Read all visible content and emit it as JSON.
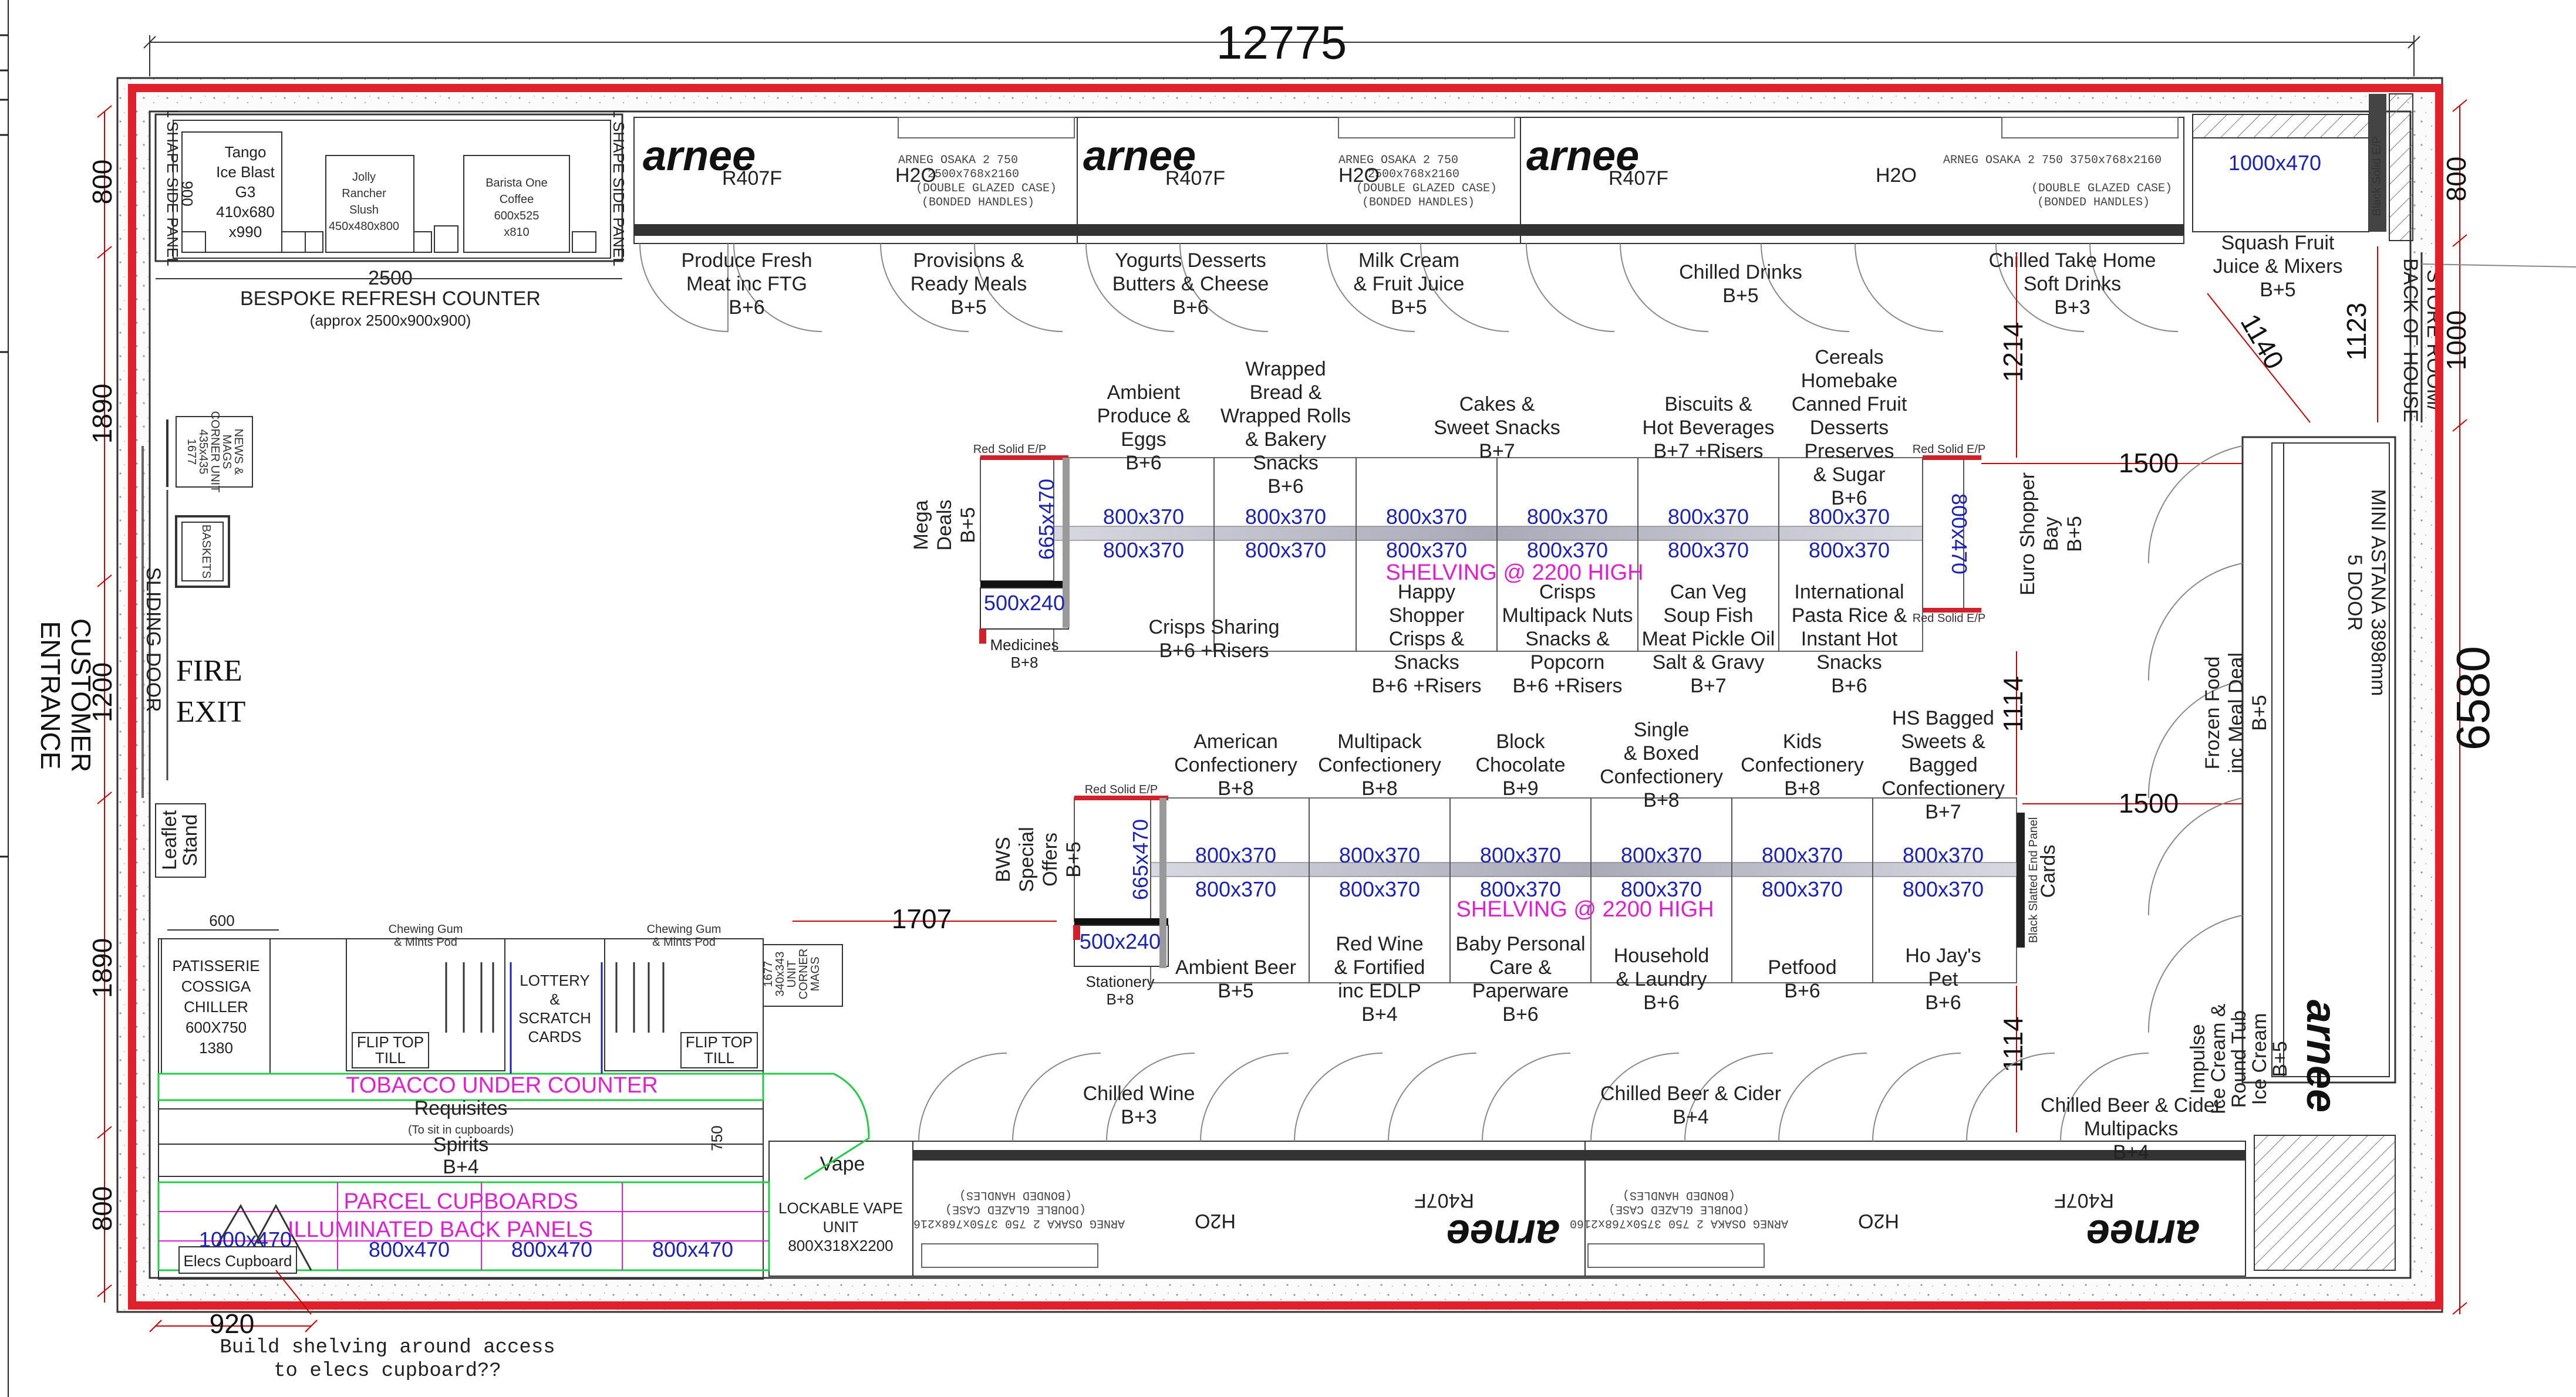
{
  "dimensions": {
    "overall_width": "12775",
    "overall_depth": "6580",
    "left_800_top": "800",
    "left_1890_a": "1890",
    "left_1200": "1200",
    "left_1890_b": "1890",
    "left_800_bottom": "800",
    "right_800": "800",
    "right_1000": "1000",
    "d_1214": "1214",
    "d_1114_a": "1114",
    "d_1114_b": "1114",
    "d_1500_a": "1500",
    "d_1500_b": "1500",
    "d_1707": "1707",
    "d_1140": "1140",
    "d_1123": "1123",
    "d_2500": "2500",
    "d_920": "920",
    "d_600": "600",
    "d_750": "750",
    "d_900": "900"
  },
  "entrance": {
    "customer_entrance_1": "CUSTOMER",
    "customer_entrance_2": "ENTRANCE",
    "fire_exit_1": "FIRE",
    "fire_exit_2": "EXIT",
    "sliding_door": "SLIDING DOOR",
    "l_shape_left": "L SHAPE SIDE PANEL",
    "l_shape_right": "L SHAPE SIDE PANEL"
  },
  "refresh_counter": {
    "tango": [
      "Tango",
      "Ice Blast",
      "G3",
      "410x680",
      "x990"
    ],
    "jolly": [
      "Jolly",
      "Rancher",
      "Slush",
      "450x480x800"
    ],
    "barista": [
      "Barista One",
      "Coffee",
      "600x525",
      "x810"
    ],
    "title": "BESPOKE REFRESH COUNTER",
    "subtitle": "(approx 2500x900x900)"
  },
  "left_wall": {
    "news": [
      "NEWS &",
      "MAGS",
      "CORNER UNIT",
      "435x435",
      "1677"
    ],
    "baskets": "BASKETS",
    "leaflet": [
      "Leaflet",
      "Stand"
    ]
  },
  "arnee_top": [
    {
      "brand": "arnee",
      "model": "R407F",
      "spec1": "ARNEG OSAKA 2 750",
      "spec2": "2500x768x2160",
      "spec3": "(DOUBLE GLAZED CASE)",
      "spec4": "(BONDED HANDLES)"
    },
    {
      "brand": "arnee",
      "model": "R407F",
      "spec1": "ARNEG OSAKA 2 750",
      "spec2": "2500x768x2160",
      "spec3": "(DOUBLE GLAZED CASE)",
      "spec4": "(BONDED HANDLES)"
    },
    {
      "brand": "arnee",
      "model": "R407F",
      "spec1": "ARNEG OSAKA 2 750 3750x768x2160",
      "spec2": "",
      "spec3": "(DOUBLE GLAZED CASE)",
      "spec4": "(BONDED HANDLES)"
    }
  ],
  "h2o": "H2O",
  "chilled_top": [
    [
      "Produce Fresh",
      "Meat inc FTG",
      "B+6"
    ],
    [
      "Provisions &",
      "Ready Meals",
      "B+5"
    ],
    [
      "Yogurts Desserts",
      "Butters & Cheese",
      "B+6"
    ],
    [
      "Milk Cream",
      "& Fruit Juice",
      "B+5"
    ],
    [
      "Chilled Drinks",
      "B+5"
    ],
    [
      "Chilled Take Home",
      "Soft Drinks",
      "B+3"
    ]
  ],
  "top_right": {
    "box": "1000x470",
    "squash": [
      "Squash Fruit",
      "Juice & Mixers",
      "B+5"
    ],
    "store": [
      "STORE ROOM/",
      "BACK OF HOUSE"
    ],
    "black_solid": "Black Solid E/P"
  },
  "gondola1": {
    "top_labels": [
      [
        "Ambient",
        "Produce &",
        "Eggs",
        "B+6"
      ],
      [
        "Wrapped",
        "Bread &",
        "Wrapped Rolls",
        "& Bakery",
        "Snacks",
        "B+6"
      ],
      [
        "Cakes &",
        "Sweet Snacks",
        "B+7"
      ],
      [
        "Biscuits &",
        "Hot Beverages",
        "B+7 +Risers"
      ],
      [
        "Cereals",
        "Homebake",
        "Canned Fruit",
        "Desserts",
        "Preserves",
        "& Sugar",
        "B+6"
      ]
    ],
    "bottom_labels": [
      [
        "Crisps Sharing",
        "B+6 +Risers"
      ],
      [
        "Happy",
        "Shopper",
        "Crisps &",
        "Snacks",
        "B+6 +Risers"
      ],
      [
        "Crisps",
        "Multipack Nuts",
        "Snacks &",
        "Popcorn",
        "B+6 +Risers"
      ],
      [
        "Can Veg",
        "Soup Fish",
        "Meat Pickle Oil",
        "Salt & Gravy",
        "B+7"
      ],
      [
        "International",
        "Pasta Rice &",
        "Instant Hot",
        "Snacks",
        "B+6"
      ]
    ],
    "bays": [
      "800x370",
      "800x370",
      "800x370",
      "800x370",
      "800x370",
      "800x370"
    ],
    "shelving": "SHELVING @ 2200 HIGH",
    "end_left": "665x470",
    "end_right": "800x470",
    "end_box": "500x240",
    "mega": [
      "Mega",
      "Deals",
      "B+5"
    ],
    "medicines": [
      "Medicines",
      "B+8"
    ],
    "euro": [
      "Euro Shopper",
      "Bay",
      "B+5"
    ],
    "red_solid": "Red Solid E/P"
  },
  "gondola2": {
    "top_labels": [
      [
        "American",
        "Confectionery",
        "B+8"
      ],
      [
        "Multipack",
        "Confectionery",
        "B+8"
      ],
      [
        "Block",
        "Chocolate",
        "B+9"
      ],
      [
        "Single",
        "& Boxed",
        "Confectionery",
        "B+8"
      ],
      [
        "Kids",
        "Confectionery",
        "B+8"
      ],
      [
        "HS Bagged",
        "Sweets &",
        "Bagged",
        "Confectionery",
        "B+7"
      ]
    ],
    "bottom_labels": [
      [
        "Ambient Beer",
        "B+5"
      ],
      [
        "Red Wine",
        "& Fortified",
        "inc EDLP",
        "B+4"
      ],
      [
        "Baby Personal",
        "Care &",
        "Paperware",
        "B+6"
      ],
      [
        "Household",
        "& Laundry",
        "B+6"
      ],
      [
        "Petfood",
        "B+6"
      ],
      [
        "Ho Jay's",
        "Pet",
        "B+6"
      ]
    ],
    "bays": [
      "800x370",
      "800x370",
      "800x370",
      "800x370",
      "800x370",
      "800x370"
    ],
    "shelving": "SHELVING @ 2200 HIGH",
    "end_left": "665x470",
    "end_box": "500x240",
    "bws": [
      "BWS",
      "Special",
      "Offers",
      "B+5"
    ],
    "stationery": [
      "Stationery",
      "B+8"
    ],
    "cards": "Cards",
    "black_slatted": "Black Slatted End Panel"
  },
  "right_side": {
    "mini_astana": [
      "MINI ASTANA 3898mm",
      "5 DOOR"
    ],
    "frozen": [
      "Frozen Food",
      "inc Meal Deal",
      "B+5"
    ],
    "impulse": [
      "Impulse",
      "Ice Cream &",
      "Round Tub",
      "Ice Cream",
      "B+5"
    ]
  },
  "counter": {
    "patisserie": [
      "PATISSERIE",
      "COSSIGA",
      "CHILLER",
      "600X750",
      "1380"
    ],
    "gum1": [
      "Chewing Gum",
      "& Mints Pod"
    ],
    "gum2": [
      "Chewing Gum",
      "& Mints Pod"
    ],
    "lottery": [
      "LOTTERY",
      "&",
      "SCRATCH",
      "CARDS"
    ],
    "till1": [
      "FLIP TOP",
      "TILL"
    ],
    "till2": [
      "FLIP TOP",
      "TILL"
    ],
    "mags": [
      "MAGS",
      "CORNER",
      "UNIT",
      "340x343",
      "1677"
    ],
    "tobacco": "TOBACCO UNDER COUNTER",
    "requisites": "Requisites",
    "requisites_note": "(To sit in cupboards)",
    "spirits": "Spirits",
    "spirits_b": "B+4",
    "parcel": "PARCEL CUPBOARDS",
    "illuminated": "ILLUMINATED BACK PANELS",
    "backs": [
      "800x470",
      "800x470",
      "800x470"
    ],
    "elecs_box": "1000x470",
    "elecs": "Elecs Cupboard",
    "vape": "Vape",
    "lockable": [
      "LOCKABLE VAPE",
      "UNIT",
      "800X318X2200"
    ]
  },
  "chilled_bottom": [
    [
      "Chilled Wine",
      "B+3"
    ],
    [
      "Chilled Beer & Cider",
      "B+4"
    ],
    [
      "Chilled Beer & Cider",
      "Multipacks",
      "B+4"
    ]
  ],
  "arnee_bottom": [
    {
      "brand": "arnee",
      "model": "R407F",
      "spec1": "ARNEG OSAKA 2 750 3750x768x2160",
      "spec3": "(DOUBLE GLAZED CASE)",
      "spec4": "(BONDED HANDLES)"
    },
    {
      "brand": "arnee",
      "model": "R407F",
      "spec1": "ARNEG OSAKA 2 750 3750x768x2160",
      "spec3": "(DOUBLE GLAZED CASE)",
      "spec4": "(BONDED HANDLES)"
    }
  ],
  "note": [
    "Build shelving around access",
    "to elecs cupboard??"
  ],
  "colors": {
    "outline": "#e0202a",
    "blue_text": "#1a23b5",
    "magenta": "#e020d0",
    "green": "#22cc44",
    "gray": "#b9b9c6"
  }
}
